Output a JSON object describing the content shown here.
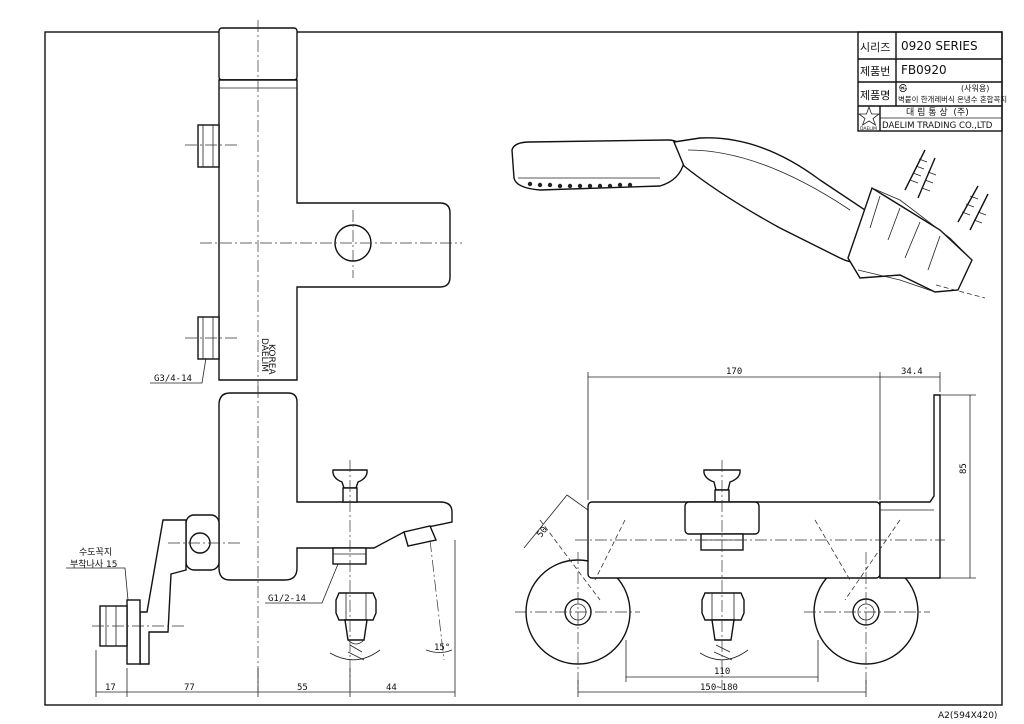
{
  "title_block": {
    "series_label": "시리즈",
    "series_value": "0920 SERIES",
    "part_no_label": "제품번",
    "part_no_value": "FB0920",
    "product_name_label": "제품명",
    "product_name_line1": "(사워용)",
    "product_name_line2": "벽붙이 한개레버식 온냉수 혼합꼭지",
    "product_name_mark": "㉿",
    "company_korean": "대 림 통 상  (주)",
    "company_english": "DAELIM TRADING CO.,LTD",
    "logo_text": "DAELIM"
  },
  "thread_labels": {
    "inlet_thread": "G3/4-14",
    "outlet_thread": "G1/2-14",
    "faucet_part_line1": "수도꼭지",
    "faucet_part_line2": "부착나사  15"
  },
  "brand_marks": {
    "body_brand_line1": "DAELIM",
    "body_brand_line2": "KOREA"
  },
  "dimensions": {
    "d17": "17",
    "d77": "77",
    "d55": "55",
    "d44": "44",
    "angle15": "15°",
    "d170": "170",
    "d34_4": "34.4",
    "d85": "85",
    "d50": "50",
    "d110": "110",
    "d150_180": "150~180"
  },
  "sheet_size": "A2(594X420)"
}
